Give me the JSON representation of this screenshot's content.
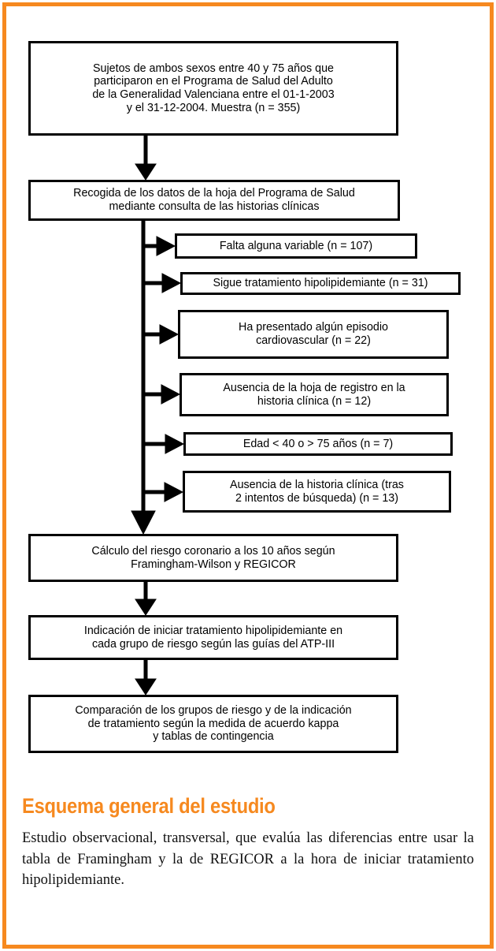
{
  "figure": {
    "frame_color": "#F6891F",
    "box_border_color": "#000000",
    "background": "#ffffff"
  },
  "flowchart": {
    "type": "flowchart",
    "orientation": "top-to-bottom",
    "main_nodes": [
      {
        "id": "sample",
        "text": "Sujetos de ambos sexos entre 40 y 75 años que\nparticiparon en el Programa de Salud del Adulto\nde la Generalidad Valenciana entre el 01-1-2003\ny el 31-12-2004. Muestra (n = 355)"
      },
      {
        "id": "data-collection",
        "text": "Recogida de los datos de la hoja del Programa de Salud\nmediante consulta de las historias clínicas"
      },
      {
        "id": "risk-calculation",
        "text": "Cálculo del riesgo coronario a los 10 años según\nFramingham-Wilson y REGICOR"
      },
      {
        "id": "treatment-indication",
        "text": "Indicación de iniciar tratamiento hipolipidemiante en\ncada grupo de riesgo según las guías del ATP-III"
      },
      {
        "id": "comparison",
        "text": "Comparación de los grupos de riesgo y de la indicación\nde tratamiento según la medida de acuerdo kappa\ny tablas de contingencia"
      }
    ],
    "exclusion_nodes": [
      {
        "id": "missing-variable",
        "text": "Falta alguna variable (n = 107)",
        "n": 107
      },
      {
        "id": "on-lipid-treatment",
        "text": "Sigue tratamiento hipolipidemiante (n = 31)",
        "n": 31
      },
      {
        "id": "cardiovascular-event",
        "text": "Ha presentado algún episodio\ncardiovascular (n = 22)",
        "n": 22
      },
      {
        "id": "no-registry-sheet",
        "text": "Ausencia de la hoja de registro en la\nhistoria clínica (n = 12)",
        "n": 12
      },
      {
        "id": "age-out-of-range",
        "text": "Edad < 40 o > 75 años (n = 7)",
        "n": 7
      },
      {
        "id": "no-clinical-history",
        "text": "Ausencia de la historia clínica (tras\n2 intentos de búsqueda) (n = 13)",
        "n": 13
      }
    ]
  },
  "caption": {
    "title": "Esquema general del estudio",
    "body": "Estudio observacional, transversal, que evalúa las diferencias entre usar la tabla de Framingham y la de REGICOR a la hora de iniciar tratamiento hipolipidemiante."
  }
}
